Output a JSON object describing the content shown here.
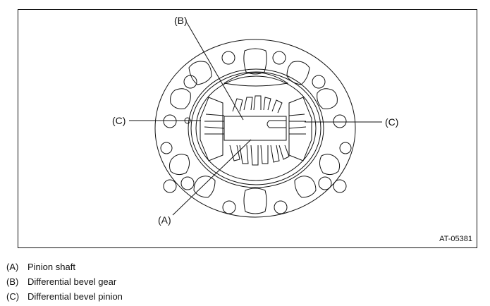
{
  "figure": {
    "id": "AT-05381",
    "subject": "Differential case with bevel gears and pinion shaft",
    "callouts": [
      {
        "key": "B",
        "label": "(B)"
      },
      {
        "key": "C-left",
        "label": "(C)"
      },
      {
        "key": "C-right",
        "label": "(C)"
      },
      {
        "key": "A",
        "label": "(A)"
      }
    ]
  },
  "legend": {
    "items": [
      {
        "key": "(A)",
        "text": "Pinion shaft"
      },
      {
        "key": "(B)",
        "text": "Differential bevel gear"
      },
      {
        "key": "(C)",
        "text": "Differential bevel pinion"
      }
    ]
  },
  "colors": {
    "line": "#111111",
    "background": "#ffffff"
  }
}
